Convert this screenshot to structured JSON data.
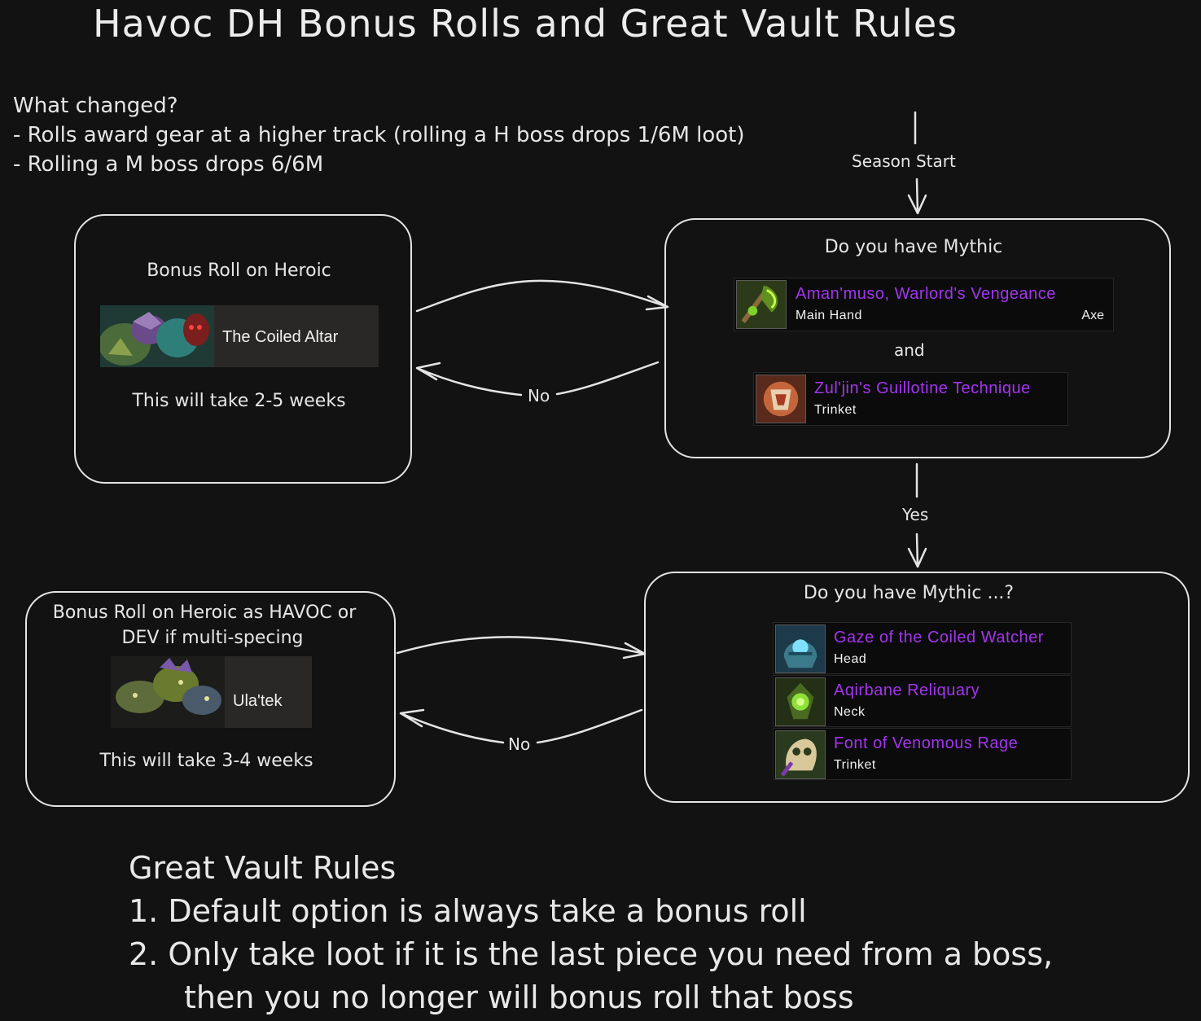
{
  "title": "Havoc DH Bonus Rolls and Great Vault Rules",
  "changes": {
    "heading": "What changed?",
    "lines": [
      "- Rolls award gear at a higher track (rolling a H boss drops 1/6M loot)",
      "- Rolling a M boss drops 6/6M"
    ]
  },
  "flow": {
    "season_start": "Season Start",
    "no_label": "No",
    "yes_label": "Yes",
    "and_label": "and"
  },
  "box1": {
    "heading": "Bonus Roll on Heroic",
    "boss": "The Coiled Altar",
    "weeks": "This will take 2-5 weeks"
  },
  "box2": {
    "heading": "Do you have Mythic",
    "items": [
      {
        "name": "Aman'muso, Warlord's Vengeance",
        "slot": "Main Hand",
        "type": "Axe",
        "icon": "axe-icon"
      },
      {
        "name": "Zul'jin's Guillotine Technique",
        "slot": "Trinket",
        "type": "",
        "icon": "trinket-icon"
      }
    ]
  },
  "box3": {
    "heading_line1": "Bonus Roll on Heroic as HAVOC or",
    "heading_line2": "DEV if multi-specing",
    "boss": "Ula'tek",
    "weeks": "This will take 3-4 weeks"
  },
  "box4": {
    "heading": "Do you have Mythic ...?",
    "items": [
      {
        "name": "Gaze of the Coiled Watcher",
        "slot": "Head",
        "icon": "helm-icon"
      },
      {
        "name": "Aqirbane Reliquary",
        "slot": "Neck",
        "icon": "neck-icon"
      },
      {
        "name": "Font of Venomous Rage",
        "slot": "Trinket",
        "icon": "trinket-icon"
      }
    ]
  },
  "vault": {
    "heading": "Great Vault Rules",
    "rule1": "1. Default option is always take a bonus roll",
    "rule2_line1": "2. Only take loot if it is the last piece you need from a boss,",
    "rule2_line2": "then you no longer will bonus roll that boss"
  },
  "colors": {
    "background": "#121212",
    "epic_item": "#a335ee",
    "stroke": "#e4e4e4"
  }
}
